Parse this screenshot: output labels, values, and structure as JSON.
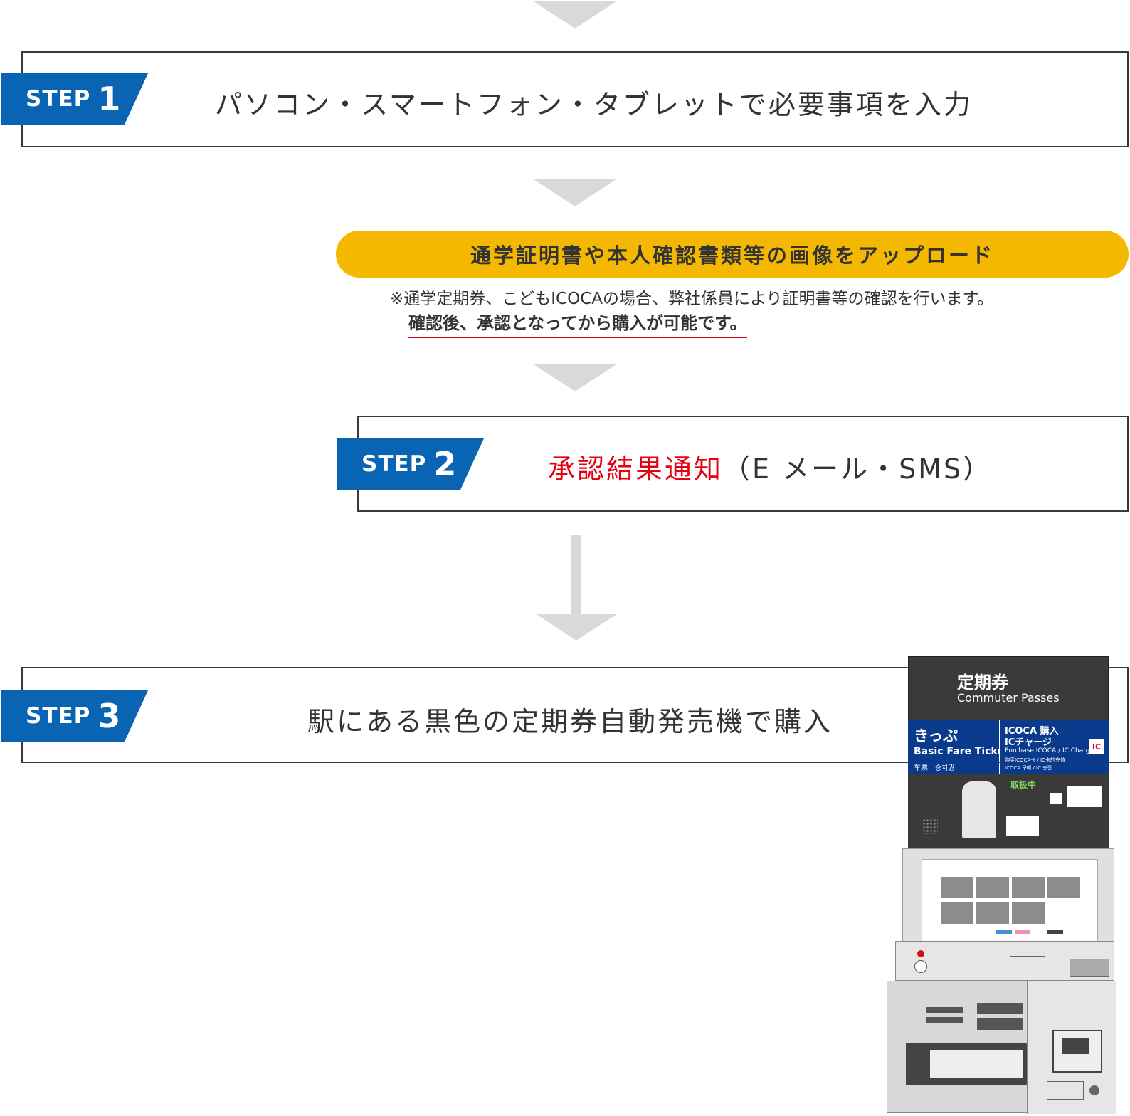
{
  "step1": {
    "word": "STEP",
    "number": "1",
    "text": "パソコン・スマートフォン・タブレットで必要事項を入力"
  },
  "upload": {
    "label": "通学証明書や本人確認書類等の画像をアップロード",
    "note": "※通学定期券、こどもICOCAの場合、弊社係員により証明書等の確認を行います。",
    "note_emphasis": "確認後、承認となってから購入が可能です。"
  },
  "step2": {
    "word": "STEP",
    "number": "2",
    "text_highlight": "承認結果通知",
    "text_rest": "（E メール・SMS）"
  },
  "step3": {
    "word": "STEP",
    "number": "3",
    "text": "駅にある黒色の定期券自動発売機で購入"
  },
  "machine": {
    "title": "定期券",
    "title_en": "Commuter Passes",
    "left_panel": {
      "title": "きっぷ",
      "subtitle": "Basic Fare Tickets",
      "sub2": "车票　승차권"
    },
    "right_panel": {
      "line1": "ICOCA 購入",
      "line2": "ICチャージ",
      "line3": "Purchase ICOCA / IC Charge",
      "line4": "购买ICOCA卡 / IC卡的充值",
      "line5": "ICOCA 구매 / IC 충전",
      "badge": "IC"
    },
    "status": "取扱中"
  },
  "colors": {
    "step_blue": "#0a64b4",
    "pill_yellow": "#f5b800",
    "highlight_red": "#e60012",
    "arrow_gray": "#d9d9d9"
  }
}
